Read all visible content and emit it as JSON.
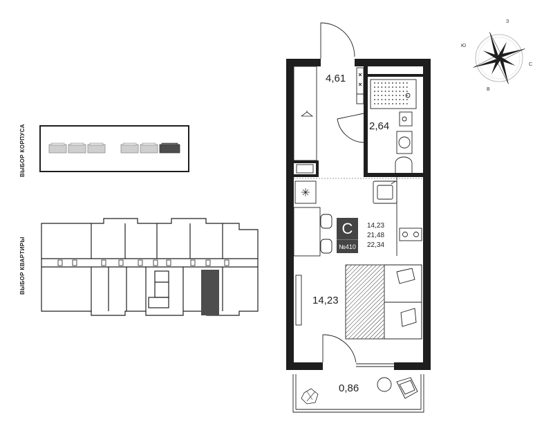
{
  "selectors": {
    "building_label": "ВЫБОР КОРПУСА",
    "apartment_label": "ВЫБОР КВАРТИРЫ"
  },
  "rooms": {
    "hall": "4,61",
    "bathroom": "2,64",
    "living": "14,23",
    "balcony": "0,86"
  },
  "apartment_card": {
    "type": "С",
    "number": "№410",
    "living_area": "14,23",
    "area": "21,48",
    "total_area": "22,34"
  },
  "compass": {
    "north": "З",
    "east": "С",
    "south": "В",
    "west": "Ю"
  },
  "colors": {
    "wall": "#1e1e1e",
    "selected": "#4d4d4d",
    "unselected": "#c9c9c9",
    "card": "#444444"
  }
}
